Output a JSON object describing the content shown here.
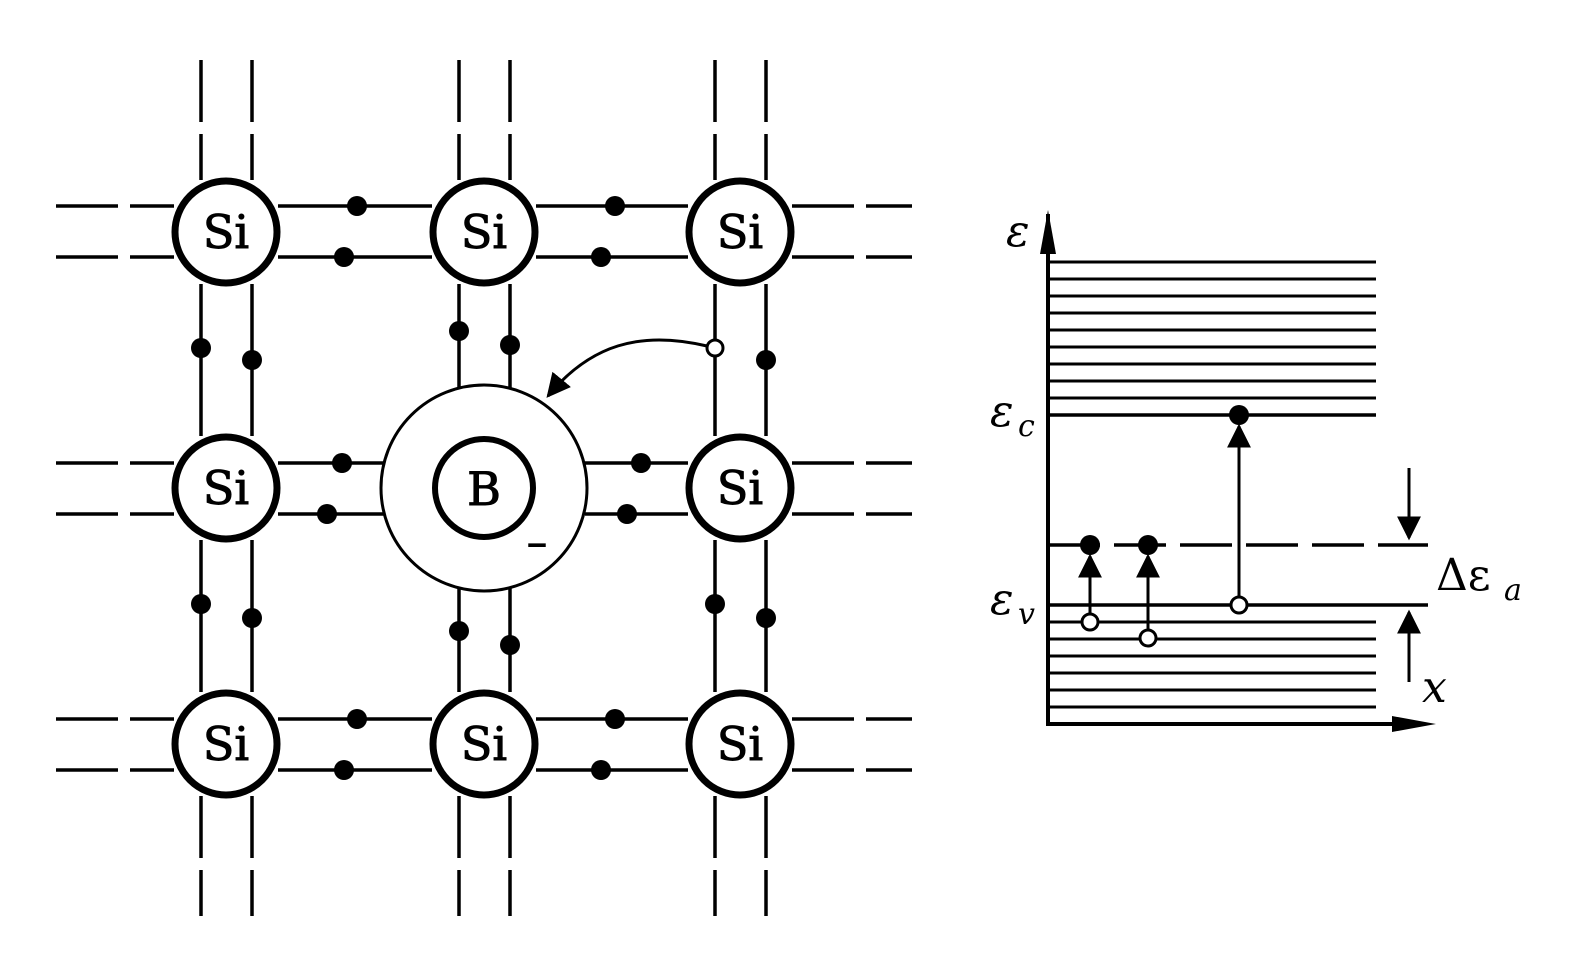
{
  "lattice": {
    "atom_label": "Si",
    "dopant_label": "B",
    "dopant_charge": "–"
  },
  "band_diagram": {
    "energy_axis_label": "ε",
    "position_axis_label": "x",
    "conduction_band_label": "ε",
    "conduction_band_sub": "c",
    "valence_band_label": "ε",
    "valence_band_sub": "v",
    "acceptor_gap_label": "Δε",
    "acceptor_gap_sub": "a"
  }
}
